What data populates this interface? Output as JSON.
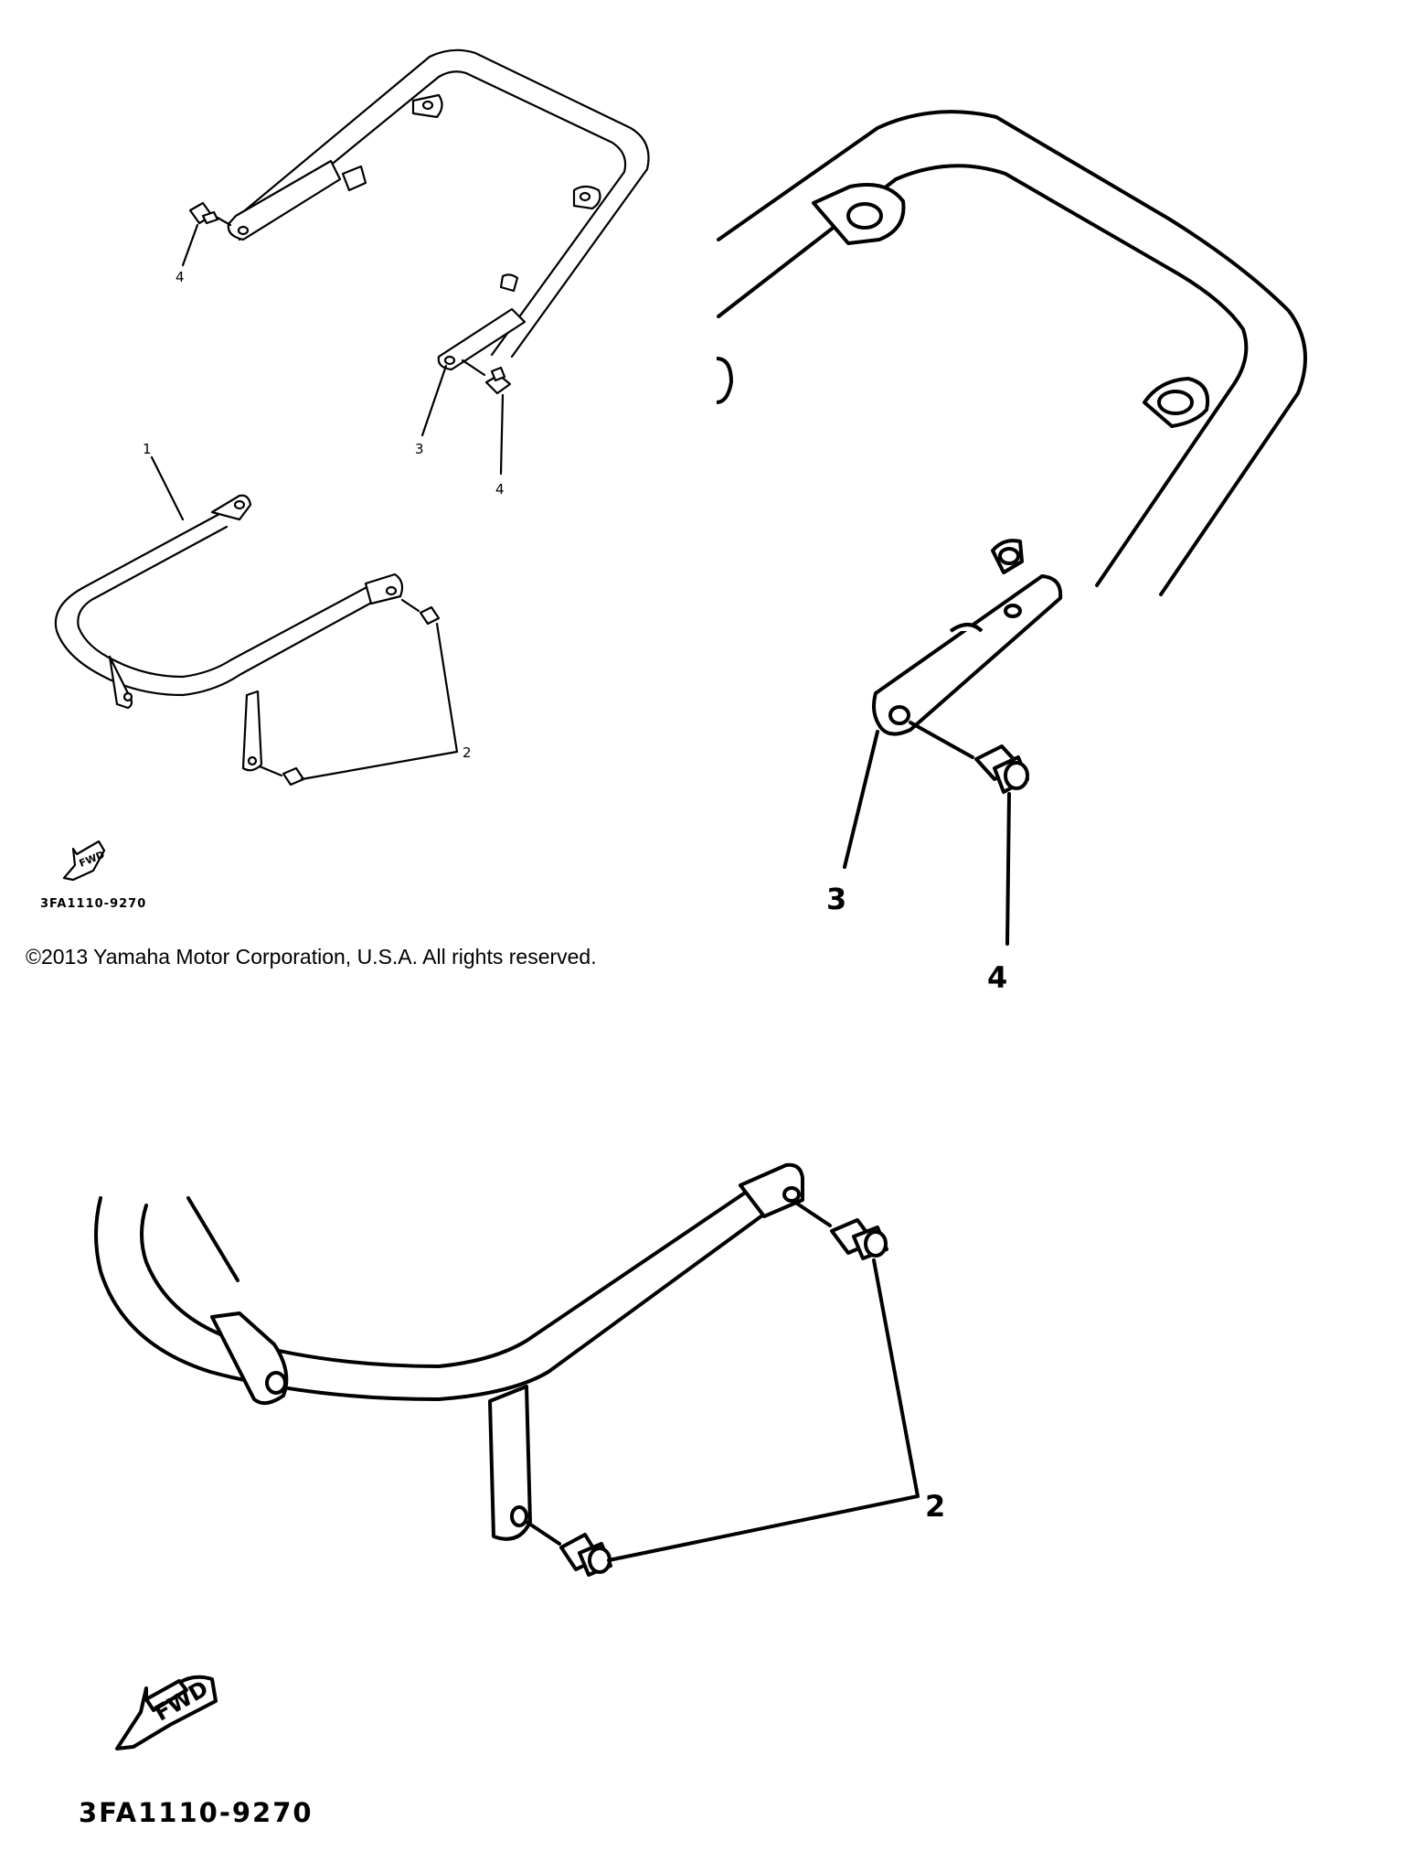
{
  "callouts": {
    "part1": "1",
    "part2": "2",
    "part3": "3",
    "part4": "4"
  },
  "fwd_label": "FWD",
  "diagram_code": "3FA1110-9270",
  "copyright": "©2013 Yamaha Motor Corporation, U.S.A. All rights reserved."
}
